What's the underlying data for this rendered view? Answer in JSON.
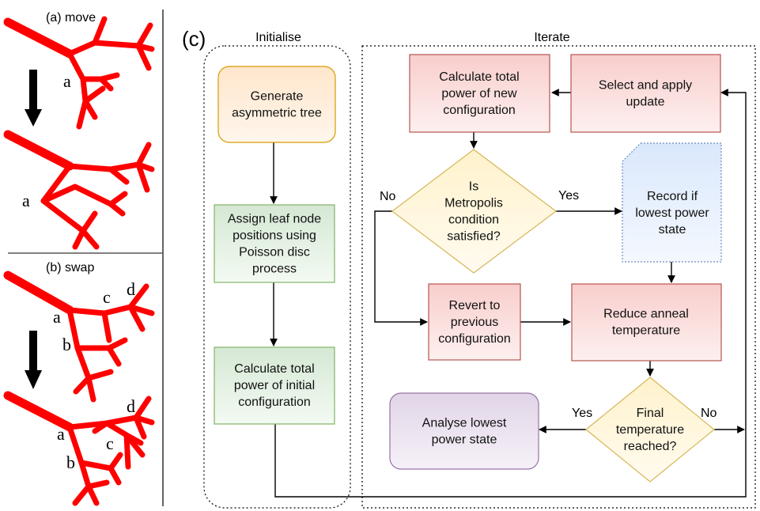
{
  "panels": {
    "a_label": "(a) move",
    "b_label": "(b) swap",
    "c_label": "(c)"
  },
  "tree_labels": {
    "a": "a",
    "b": "b",
    "c": "c",
    "d": "d"
  },
  "groups": {
    "initialise": "Initialise",
    "iterate": "Iterate"
  },
  "nodes": {
    "generate": [
      "Generate",
      "asymmetric tree"
    ],
    "assign": [
      "Assign leaf node",
      "positions using",
      "Poisson disc",
      "process"
    ],
    "calc_initial": [
      "Calculate total",
      "power of initial",
      "configuration"
    ],
    "calc_new": [
      "Calculate total",
      "power of new",
      "configuration"
    ],
    "select_update": [
      "Select and apply",
      "update"
    ],
    "metropolis": [
      "Is",
      "Metropolis",
      "condition",
      "satisfied?"
    ],
    "record": [
      "Record if",
      "lowest power",
      "state"
    ],
    "revert": [
      "Revert to",
      "previous",
      "configuration"
    ],
    "reduce": [
      "Reduce anneal",
      "temperature"
    ],
    "final_temp": [
      "Final",
      "temperature",
      "reached?"
    ],
    "analyse": [
      "Analyse lowest",
      "power state"
    ]
  },
  "edge_labels": {
    "metropolis_no": "No",
    "metropolis_yes": "Yes",
    "final_yes": "Yes",
    "final_no": "No"
  },
  "colors": {
    "orange_fill": "#ffe6cc",
    "orange_stroke": "#d79b00",
    "green_fill": "#d5e8d4",
    "green_stroke": "#82b366",
    "red_fill": "#f8cecc",
    "red_stroke": "#b85450",
    "yellow_fill": "#fff2cc",
    "yellow_stroke": "#d6b656",
    "blue_fill": "#dae8fc",
    "blue_stroke": "#6c8ebf",
    "purple_fill": "#e1d5e7",
    "purple_stroke": "#9673a6",
    "tree": "#ff0000"
  }
}
